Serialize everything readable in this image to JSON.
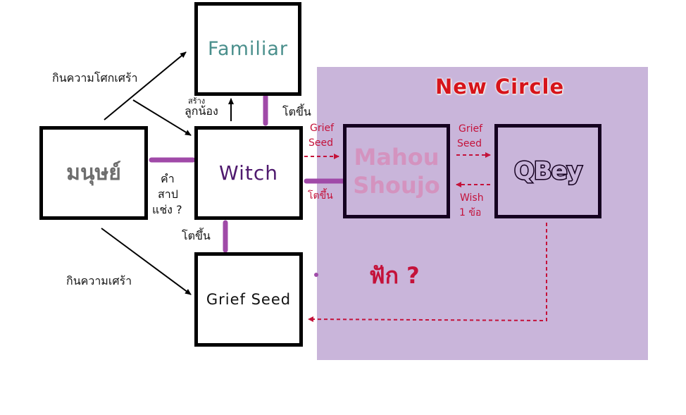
{
  "diagram": {
    "region": {
      "title": "New Circle",
      "fill_color": "#c9b5da",
      "title_color": "#d6141a"
    },
    "nodes": {
      "familiar": {
        "label": "Familiar",
        "color": "#4a8f8c"
      },
      "human": {
        "label": "มนุษย์",
        "color": "#6e6e6e"
      },
      "witch": {
        "label": "Witch",
        "color": "#4f1a6e"
      },
      "grief_seed": {
        "label": "Grief Seed",
        "color": "#111111"
      },
      "mahou_line1": "Mahou",
      "mahou_line2": "Shoujo",
      "qbey": {
        "label": "QBey"
      }
    },
    "edge_labels": {
      "eat_despair": "กินความโศกเศร้า",
      "eat_sadness": "กินความเศร้า",
      "create_small": "สร้าง",
      "create_minion": "ลูกน้อง",
      "grow_up_familiar": "โตขึ้น",
      "curse_1": "คำ",
      "curse_2": "สาป",
      "curse_3": "แช่ง ?",
      "grow_up_grief": "โตขึ้น",
      "grief_seed_to_mahou_1": "Grief",
      "grief_seed_to_mahou_2": "Seed",
      "grow_up_mahou": "โตขึ้น",
      "grief_seed_to_qbey_1": "Grief",
      "grief_seed_to_qbey_2": "Seed",
      "wish_1": "Wish",
      "wish_2": "1  ข้อ",
      "hatch": "ฟัก ?"
    },
    "colors": {
      "link_purple": "#a04aa8",
      "dashed_red": "#c4123a",
      "arrow_black": "#000000"
    }
  }
}
